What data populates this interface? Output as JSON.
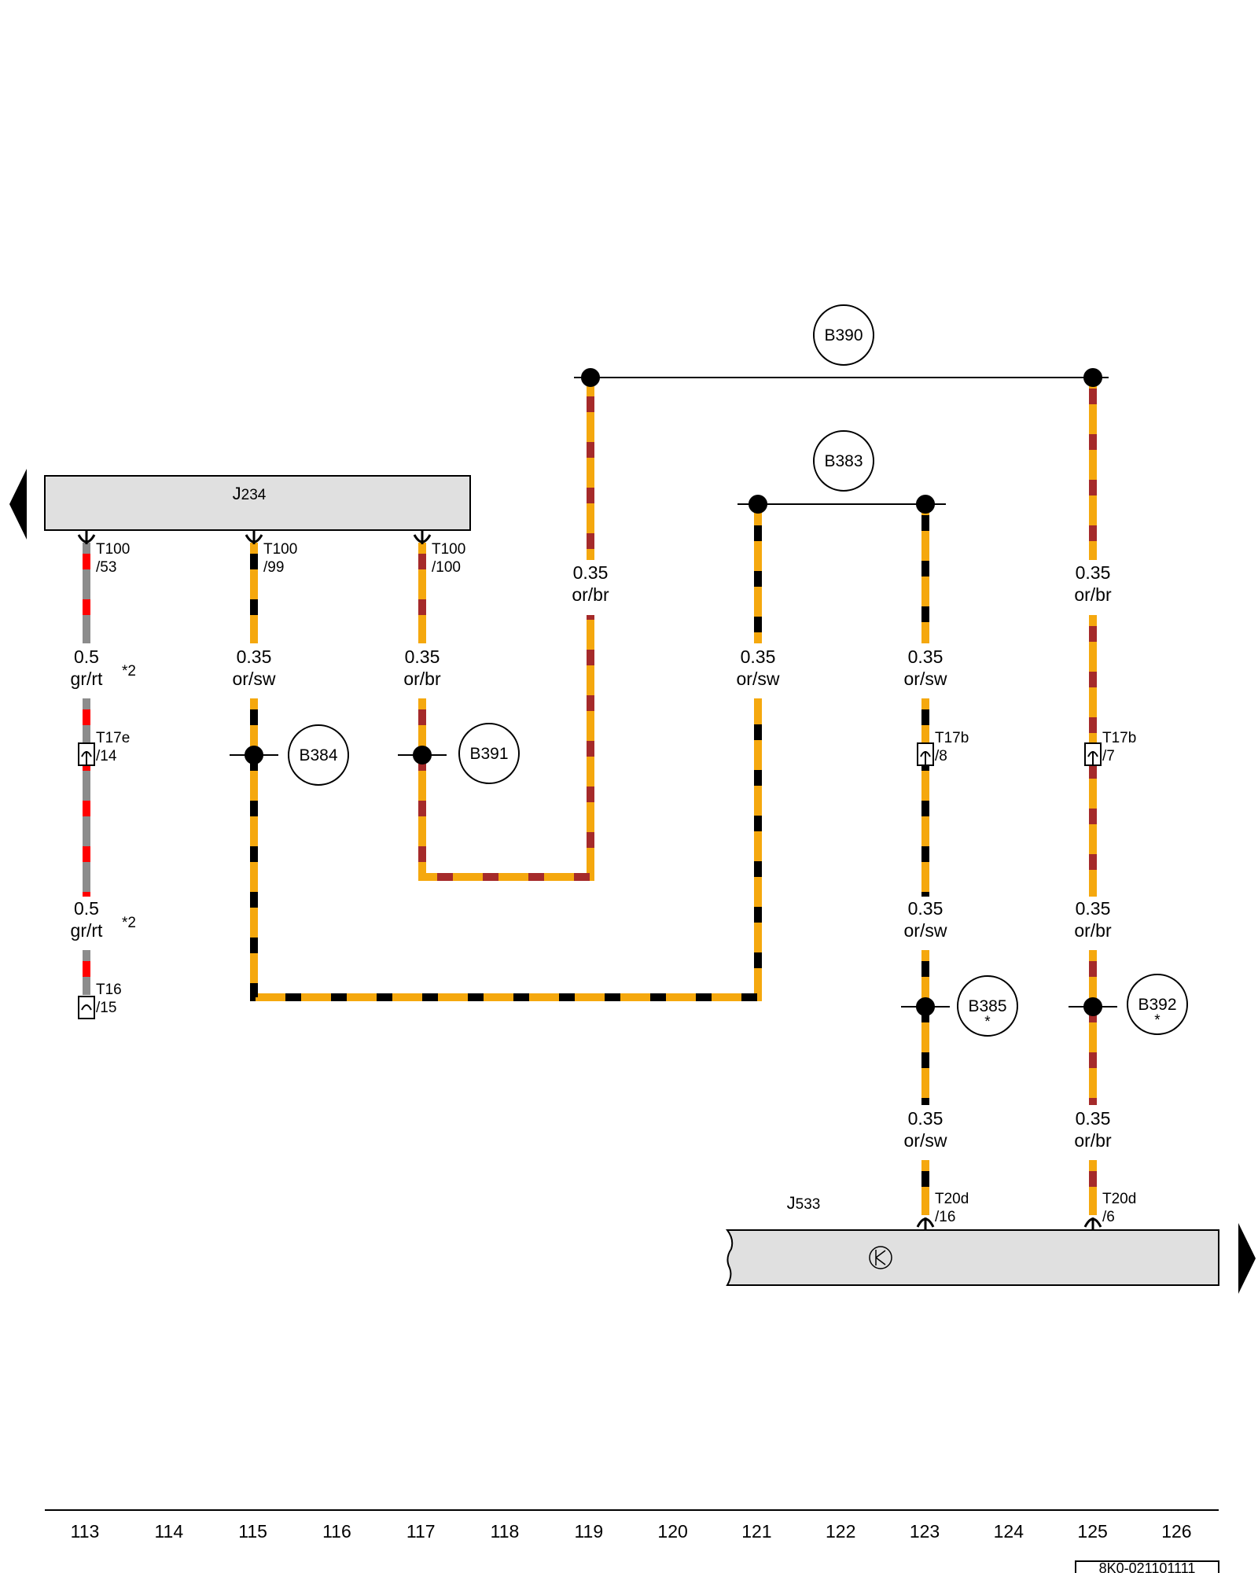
{
  "components": {
    "j234": {
      "prefix": "J",
      "code": "234"
    },
    "j533": {
      "prefix": "J",
      "code": "533"
    }
  },
  "colors": {
    "or": "#F5A80E",
    "br": "#A52A2A",
    "sw": "#000000",
    "gr": "#8C8C8C",
    "rt": "#FF0000",
    "housing": "#E0E0E0"
  },
  "wires": {
    "w113a": {
      "size": "0.5",
      "color": "gr/rt",
      "note": "*2"
    },
    "w113b": {
      "size": "0.5",
      "color": "gr/rt",
      "note": "*2"
    },
    "w115": {
      "size": "0.35",
      "color": "or/sw"
    },
    "w117": {
      "size": "0.35",
      "color": "or/br"
    },
    "w119": {
      "size": "0.35",
      "color": "or/br"
    },
    "w121": {
      "size": "0.35",
      "color": "or/sw"
    },
    "w123a": {
      "size": "0.35",
      "color": "or/sw"
    },
    "w123b": {
      "size": "0.35",
      "color": "or/sw"
    },
    "w123c": {
      "size": "0.35",
      "color": "or/sw"
    },
    "w125a": {
      "size": "0.35",
      "color": "or/br"
    },
    "w125b": {
      "size": "0.35",
      "color": "or/br"
    },
    "w125c": {
      "size": "0.35",
      "color": "or/br"
    }
  },
  "pins": {
    "t100_53": {
      "connector": "T100",
      "pin": "/53"
    },
    "t100_99": {
      "connector": "T100",
      "pin": "/99"
    },
    "t100_100": {
      "connector": "T100",
      "pin": "/100"
    },
    "t17e_14": {
      "connector": "T17e",
      "pin": "/14"
    },
    "t16_15": {
      "connector": "T16",
      "pin": "/15"
    },
    "t17b_8": {
      "connector": "T17b",
      "pin": "/8"
    },
    "t17b_7": {
      "connector": "T17b",
      "pin": "/7"
    },
    "t20d_16": {
      "connector": "T20d",
      "pin": "/16"
    },
    "t20d_6": {
      "connector": "T20d",
      "pin": "/6"
    }
  },
  "splices": {
    "b390": {
      "label": "B390",
      "mark": ""
    },
    "b383": {
      "label": "B383",
      "mark": ""
    },
    "b384": {
      "label": "B384",
      "mark": ""
    },
    "b391": {
      "label": "B391",
      "mark": ""
    },
    "b385": {
      "label": "B385",
      "mark": "*"
    },
    "b392": {
      "label": "B392",
      "mark": "*"
    }
  },
  "footer": {
    "grid_numbers": [
      "113",
      "114",
      "115",
      "116",
      "117",
      "118",
      "119",
      "120",
      "121",
      "122",
      "123",
      "124",
      "125",
      "126"
    ],
    "doc_id": "8K0-021101111"
  }
}
